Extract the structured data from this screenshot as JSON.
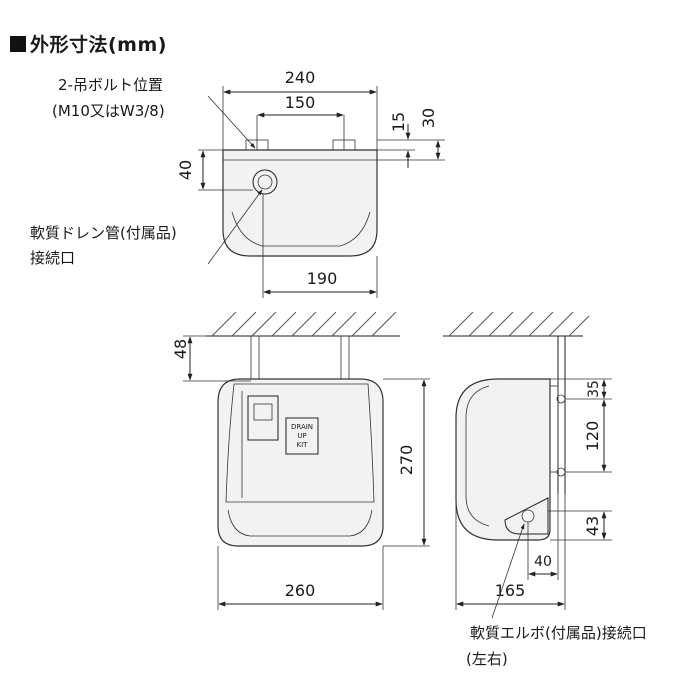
{
  "title": "外形寸法(mm)",
  "labels": {
    "hanging_bolt_line1": "2-吊ボルト位置",
    "hanging_bolt_line2": "(M10又はW3/8)",
    "drain_hose_line1": "軟質ドレン管(付属品)",
    "drain_hose_line2": "接続口",
    "elbow_line1": "軟質エルボ(付属品)接続口",
    "elbow_line2": "(左右)",
    "kit_line1": "DRAIN",
    "kit_line2": "UP",
    "kit_line3": "KIT"
  },
  "top_view": {
    "width": "240",
    "bolt_pitch": "150",
    "bolt_offset_15": "15",
    "bolt_offset_30": "30",
    "port_height": "40",
    "bottom_width": "190"
  },
  "front_view": {
    "bolt_height": "48",
    "height": "270",
    "width": "260"
  },
  "side_view": {
    "dim_35": "35",
    "dim_120": "120",
    "dim_43": "43",
    "dim_40": "40",
    "depth": "165"
  }
}
